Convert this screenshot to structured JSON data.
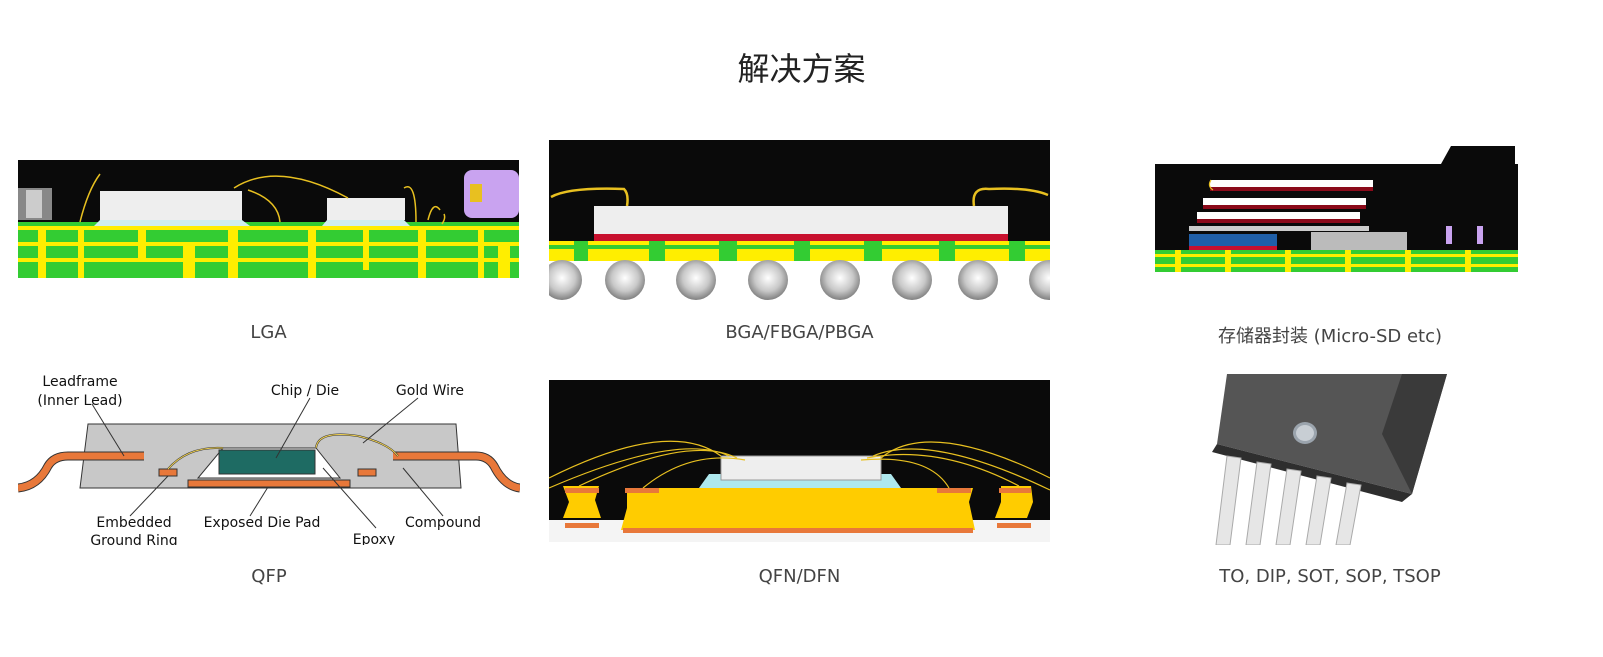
{
  "section": {
    "title": "解决方案"
  },
  "solutions": [
    {
      "id": "lga",
      "caption": "LGA"
    },
    {
      "id": "bga",
      "caption": "BGA/FBGA/PBGA"
    },
    {
      "id": "memory",
      "caption": "存储器封装 (Micro-SD etc)"
    },
    {
      "id": "qfp",
      "caption": "QFP"
    },
    {
      "id": "qfn",
      "caption": "QFN/DFN"
    },
    {
      "id": "to",
      "caption": "TO, DIP, SOT, SOP, TSOP"
    }
  ],
  "qfp_labels": {
    "leadframe_1": "Leadframe",
    "leadframe_2": "(Inner Lead)",
    "chip_die": "Chip / Die",
    "gold_wire": "Gold Wire",
    "embedded_1": "Embedded",
    "embedded_2": "Ground Ring",
    "exposed_die_pad": "Exposed Die Pad",
    "epoxy": "Epoxy",
    "compound": "Compound"
  },
  "colors": {
    "pcb_green": "#33cc33",
    "pcb_yellow": "#ffee00",
    "mold_black": "#0a0a0a",
    "die_white": "#eeeeee",
    "wire_gold": "#e8c020",
    "leadframe_orange": "#e8783a",
    "qfn_pad_gold": "#ffcc00"
  }
}
